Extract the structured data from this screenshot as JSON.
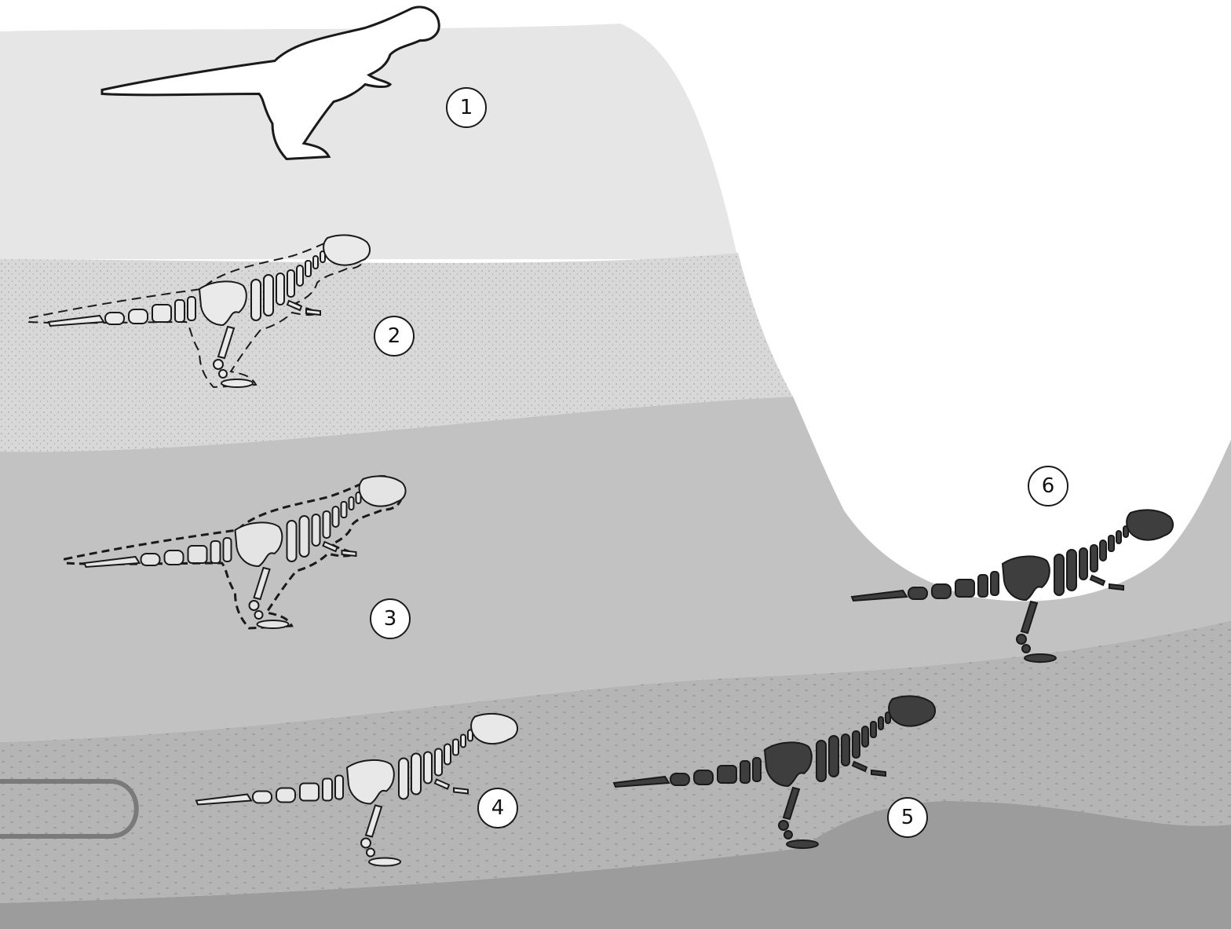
{
  "diagram": {
    "steps": [
      {
        "number": "1",
        "stage": "living-animal",
        "fill": "#ffffff"
      },
      {
        "number": "2",
        "stage": "buried-skeleton",
        "fill": "#eaeaea"
      },
      {
        "number": "3",
        "stage": "fossil-in-rock",
        "fill": "#e4e4e4"
      },
      {
        "number": "4",
        "stage": "deeply-buried-fossil",
        "fill": "#e8e8e8"
      },
      {
        "number": "5",
        "stage": "mineralized-fossil",
        "fill": "#3e3e3e"
      },
      {
        "number": "6",
        "stage": "exposed-fossil",
        "fill": "#3e3e3e"
      }
    ],
    "colors": {
      "sky": "#ffffff",
      "layer_top": "#e6e6e6",
      "layer_sand": "#d6d6d6",
      "layer_middle": "#c2c2c2",
      "layer_lower": "#b4b4b4",
      "layer_bottom": "#9c9c9c",
      "outline": "#1a1a1a"
    }
  }
}
